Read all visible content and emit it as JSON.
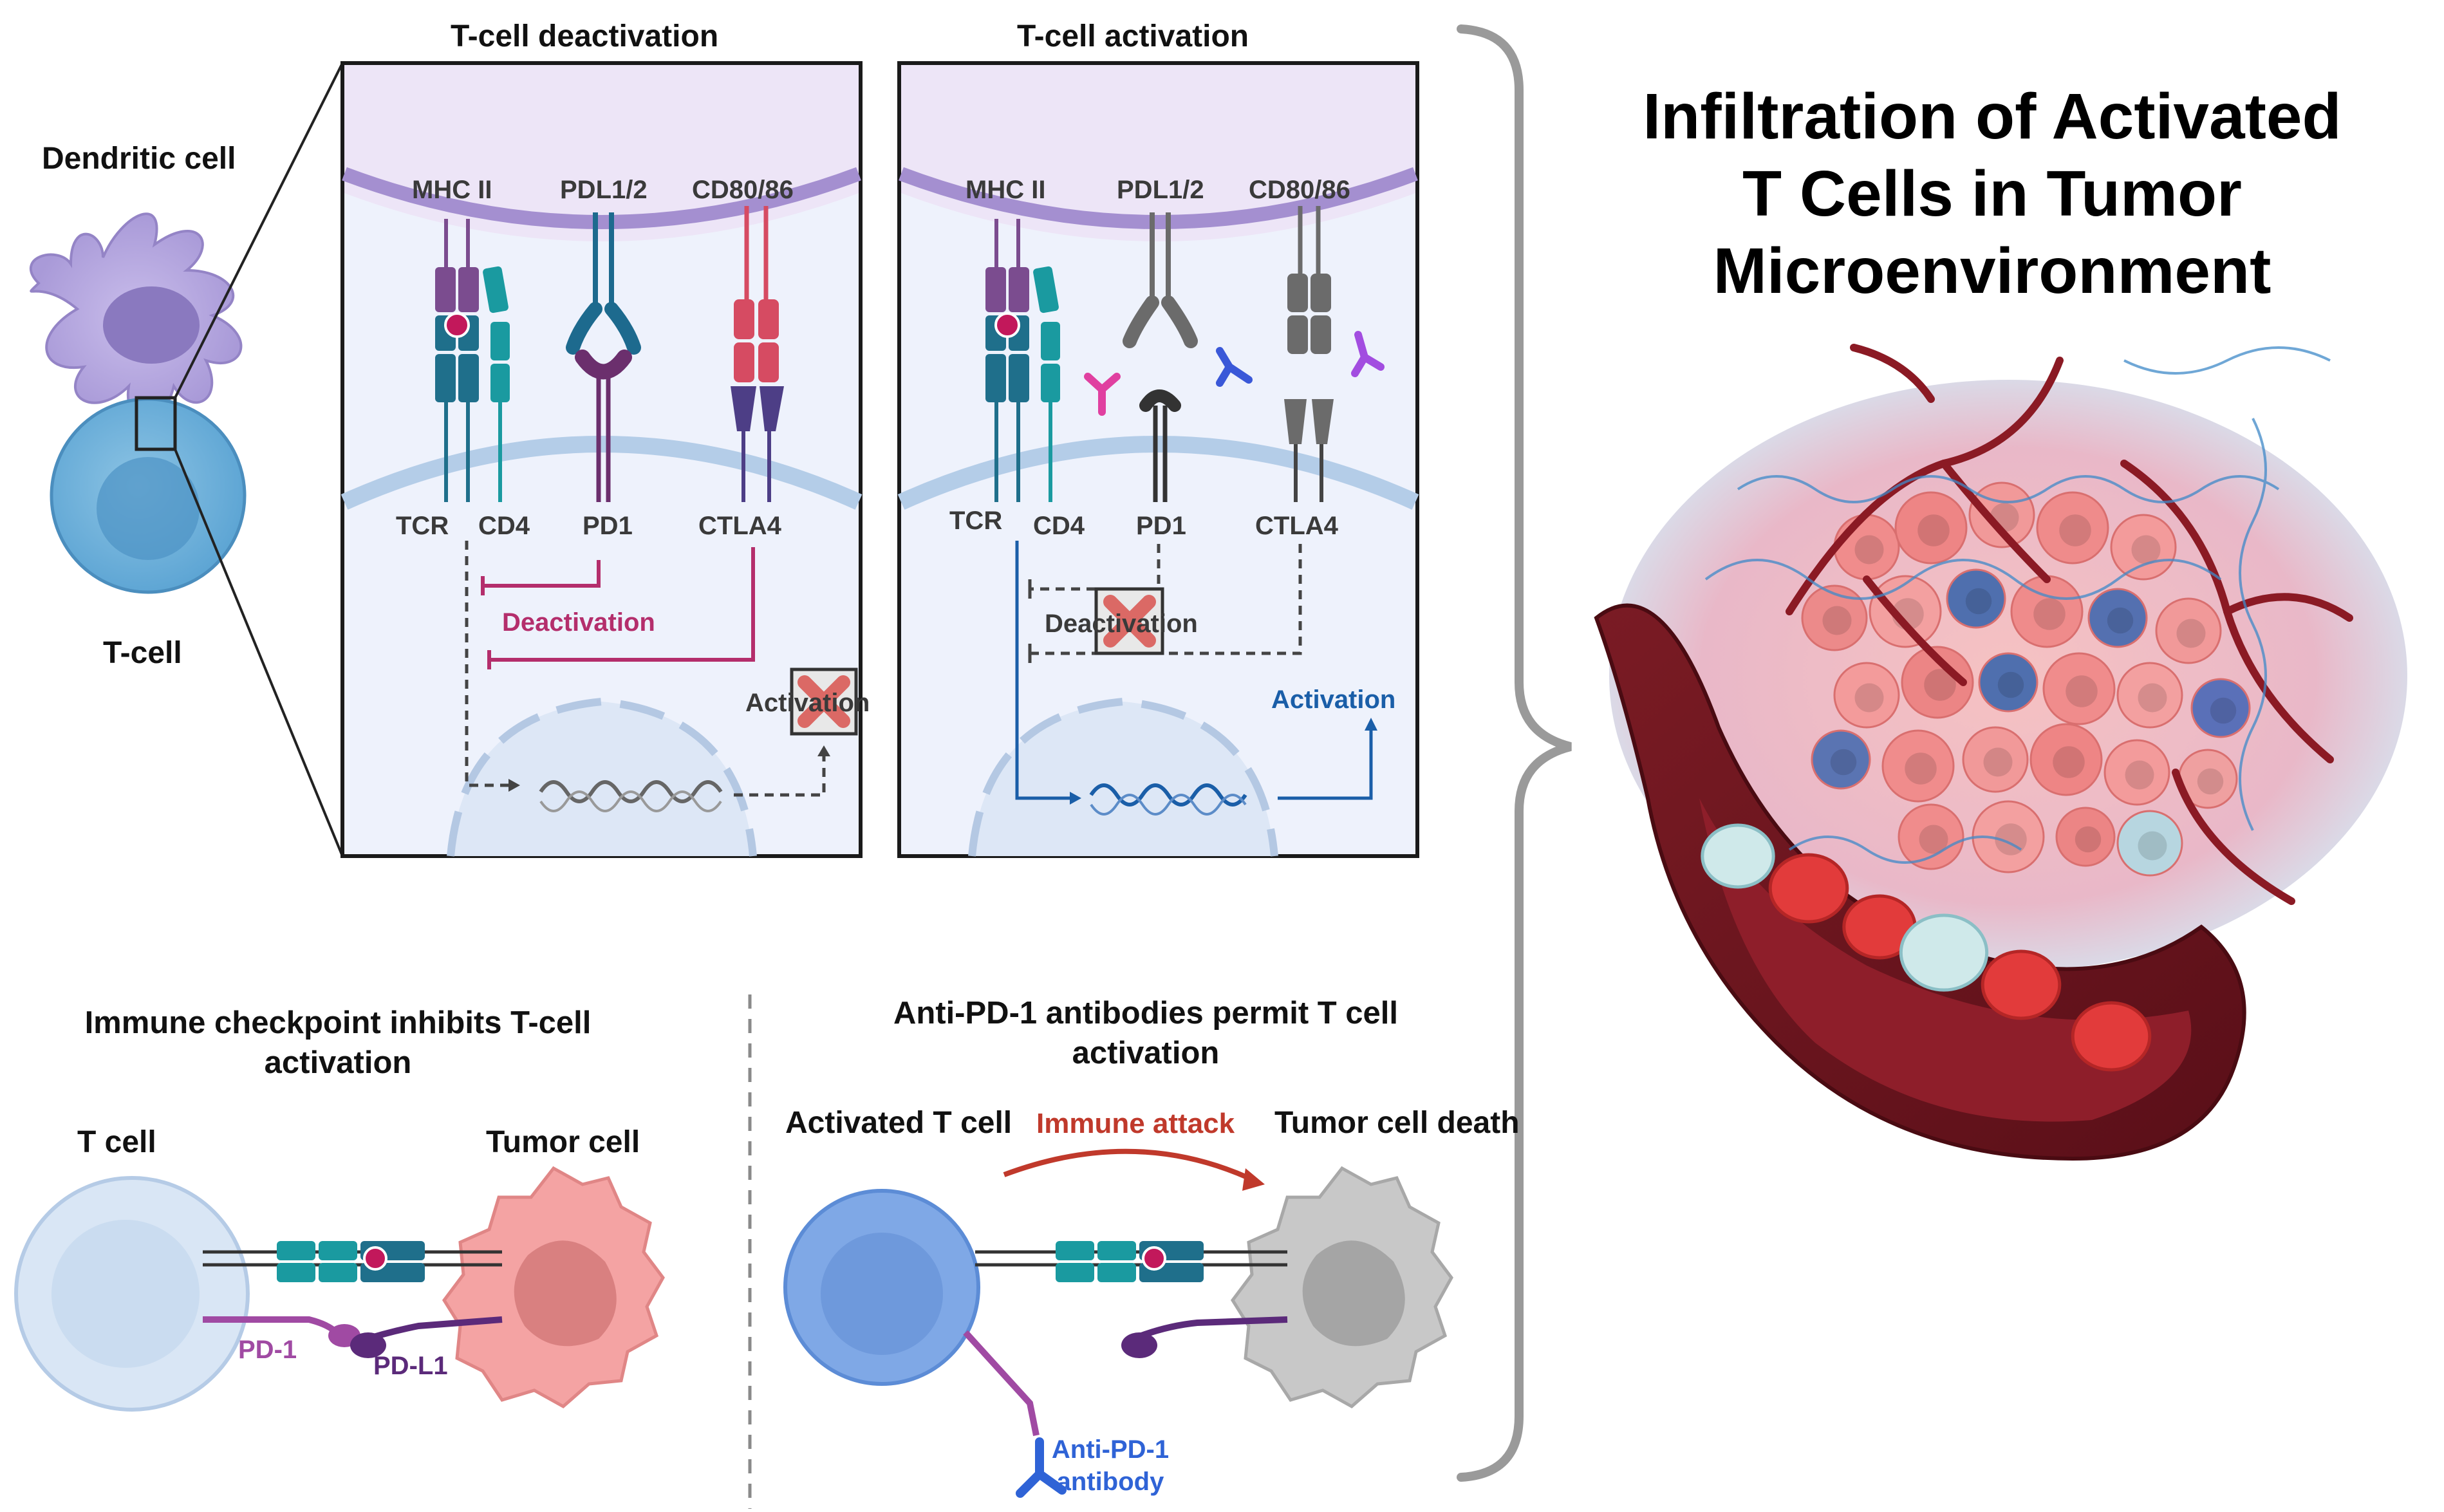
{
  "colors": {
    "mhc": "#7b4c8f",
    "tcr": "#1f6f8b",
    "cd4": "#1a9aa0",
    "pdl": "#1d6a8e",
    "pd1": "#6b2f6d",
    "cd80": "#d64b62",
    "ctla4": "#4d3e86",
    "deactivation": "#b42e6c",
    "activation": "#1a5ea8",
    "immune_attack": "#c0392b",
    "pd1_label": "#a04aa3",
    "antibody": "#2f63d6",
    "grey_receptor": "#6b6b6b"
  },
  "left_cells": {
    "dendritic_label": "Dendritic cell",
    "tcell_label": "T-cell"
  },
  "panel_deactivation": {
    "title": "T-cell deactivation",
    "top_labels": [
      "MHC II",
      "PDL1/2",
      "CD80/86"
    ],
    "bottom_labels": [
      "TCR",
      "CD4",
      "PD1",
      "CTLA4"
    ],
    "deactivation_text": "Deactivation",
    "activation_text": "Activation"
  },
  "panel_activation": {
    "title": "T-cell activation",
    "top_labels": [
      "MHC II",
      "PDL1/2",
      "CD80/86"
    ],
    "bottom_labels": [
      "TCR",
      "CD4",
      "PD1",
      "CTLA4"
    ],
    "deactivation_text": "Deactivation",
    "activation_text": "Activation"
  },
  "tumor_section": {
    "title_lines": [
      "Infiltration of Activated",
      "T Cells in Tumor",
      "Microenvironment"
    ]
  },
  "bottom_left": {
    "caption_lines": [
      "Immune checkpoint inhibits T-cell",
      "activation"
    ],
    "tcell_label": "T cell",
    "tumor_label": "Tumor cell",
    "pd1_label": "PD-1",
    "pdl1_label": "PD-L1"
  },
  "bottom_right": {
    "caption_lines": [
      "Anti-PD-1 antibodies permit T cell",
      "activation"
    ],
    "activated_label": "Activated T cell",
    "attack_label": "Immune attack",
    "death_label": "Tumor cell death",
    "antibody_lines": [
      "Anti-PD-1",
      "antibody"
    ]
  }
}
